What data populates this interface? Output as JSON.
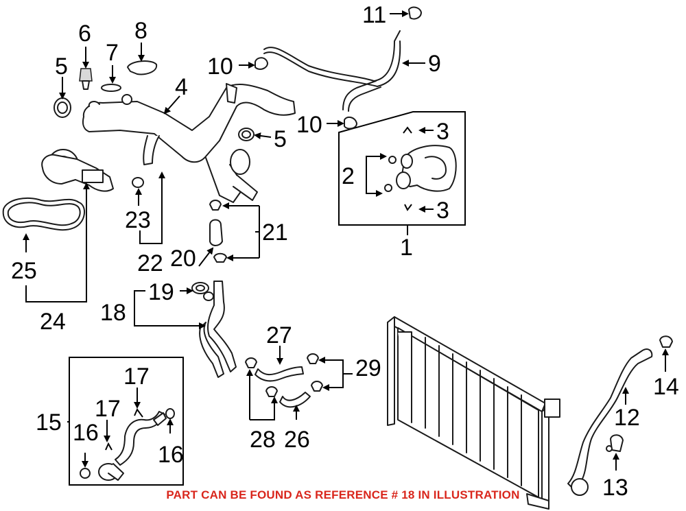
{
  "diagram": {
    "callouts": [
      {
        "id": "c1",
        "text": "1"
      },
      {
        "id": "c2",
        "text": "2"
      },
      {
        "id": "c3a",
        "text": "3"
      },
      {
        "id": "c3b",
        "text": "3"
      },
      {
        "id": "c4",
        "text": "4"
      },
      {
        "id": "c5a",
        "text": "5"
      },
      {
        "id": "c5b",
        "text": "5"
      },
      {
        "id": "c6",
        "text": "6"
      },
      {
        "id": "c7",
        "text": "7"
      },
      {
        "id": "c8",
        "text": "8"
      },
      {
        "id": "c9",
        "text": "9"
      },
      {
        "id": "c10a",
        "text": "10"
      },
      {
        "id": "c10b",
        "text": "10"
      },
      {
        "id": "c11",
        "text": "11"
      },
      {
        "id": "c12",
        "text": "12"
      },
      {
        "id": "c13",
        "text": "13"
      },
      {
        "id": "c14",
        "text": "14"
      },
      {
        "id": "c15",
        "text": "15"
      },
      {
        "id": "c16a",
        "text": "16"
      },
      {
        "id": "c16b",
        "text": "16"
      },
      {
        "id": "c17a",
        "text": "17"
      },
      {
        "id": "c17b",
        "text": "17"
      },
      {
        "id": "c18",
        "text": "18"
      },
      {
        "id": "c19",
        "text": "19"
      },
      {
        "id": "c20",
        "text": "20"
      },
      {
        "id": "c21",
        "text": "21"
      },
      {
        "id": "c22",
        "text": "22"
      },
      {
        "id": "c23",
        "text": "23"
      },
      {
        "id": "c24",
        "text": "24"
      },
      {
        "id": "c25",
        "text": "25"
      },
      {
        "id": "c26",
        "text": "26"
      },
      {
        "id": "c27",
        "text": "27"
      },
      {
        "id": "c28",
        "text": "28"
      },
      {
        "id": "c29",
        "text": "29"
      }
    ],
    "caption": "PART CAN BE FOUND AS REFERENCE # 18 IN ILLUSTRATION"
  },
  "colors": {
    "caption": "#d9261c",
    "line": "#000000",
    "background": "#ffffff"
  }
}
